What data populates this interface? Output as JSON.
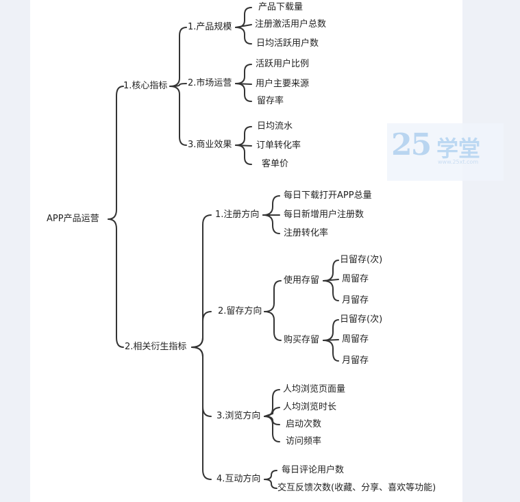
{
  "root": "APP产品运营",
  "level1": {
    "core": "1.核心指标",
    "related": "2.相关衍生指标"
  },
  "core": {
    "scale": {
      "label": "1.产品规模",
      "items": [
        "产品下载量",
        "注册激活用户总数",
        "日均活跃用户数"
      ]
    },
    "market": {
      "label": "2.市场运营",
      "items": [
        "活跃用户比例",
        "用户主要来源",
        "留存率"
      ]
    },
    "business": {
      "label": "3.商业效果",
      "items": [
        "日均流水",
        "订单转化率",
        "客单价"
      ]
    }
  },
  "related": {
    "register": {
      "label": "1.注册方向",
      "items": [
        "每日下载打开APP总量",
        "每日新增用户注册数",
        "注册转化率"
      ]
    },
    "retention": {
      "label": "2.留存方向",
      "use": {
        "label": "使用存留",
        "items": [
          "日留存(次)",
          "周留存",
          "月留存"
        ]
      },
      "buy": {
        "label": "购买存留",
        "items": [
          "日留存(次)",
          "周留存",
          "月留存"
        ]
      }
    },
    "browse": {
      "label": "3.浏览方向",
      "items": [
        "人均浏览页面量",
        "人均浏览时长",
        "启动次数",
        "访问频率"
      ]
    },
    "interact": {
      "label": "4.互动方向",
      "items": [
        "每日评论用户数",
        "交互反馈次数(收藏、分享、喜欢等功能)"
      ]
    }
  },
  "watermark": {
    "number": "25",
    "text": "学堂",
    "url": "www.25xt.com"
  }
}
